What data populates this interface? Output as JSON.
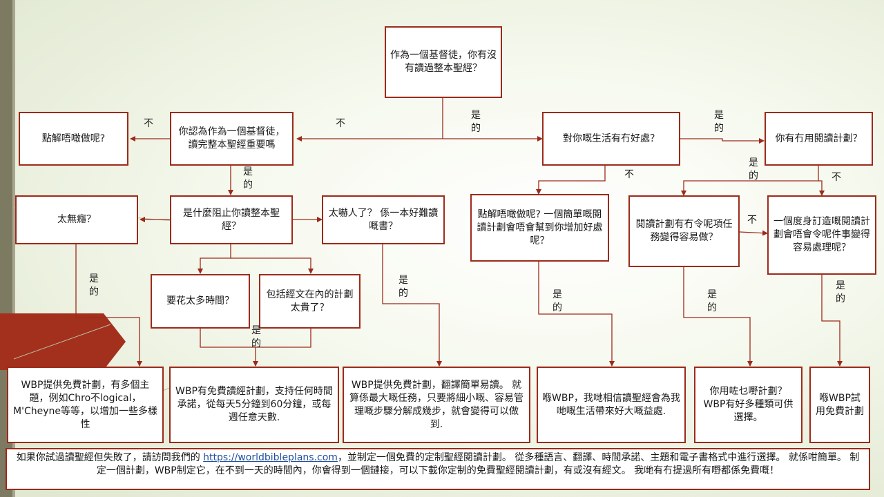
{
  "boxes": {
    "top": "作為一個基督徒，你有沒有讀過整本聖經？",
    "important": "你認為作為一個基督徒，讀完整本聖經重要嗎",
    "why_not_1": "點解唔噉做呢?",
    "benefit": "對你嘅生活有冇好處？",
    "plan_use": "你有冇用閱讀計劃？",
    "obstacle": "是什麼阻止你讀整本聖經？",
    "boring": "太無癮？",
    "scary": "太嚇人了？ 係一本好難讀嘅書？",
    "why_not_2": "點解唔噉做呢? 一個簡單嘅閱讀計劃會唔會幫到你增加好處呢？",
    "plan_help": "閱讀計劃有冇令呢項任務變得容易做？",
    "custom": "一個度身訂造嘅閱讀計劃會唔會令呢件事變得容易處理呢？",
    "time": "要花太多時間？",
    "expensive": "包括經文在內的計劃太貴了？",
    "ans_boring": "WBP提供免費計劃，有多個主題，例如Chro不logical，M'Cheyne等等，以增加一些多樣性",
    "ans_time": "WBP有免費讀經計劃，支持任何時間承諾，從每天5分鐘到60分鐘，或每週任意天數.",
    "ans_scary": "WBP提供免費計劃，翻譯簡單易讀。 就算係最大嘅任務，只要將細小嘅、容易管理嘅步驟分解成幾步，就會變得可以做到.",
    "ans_benefit": "喺WBP，我哋相信讀聖經會為我哋嘅生活帶來好大嘅益處.",
    "ans_plan": "你用咗乜嘢計劃？ WBP有好多種類可供選擇。",
    "ans_custom": "喺WBP試用免費計劃"
  },
  "labels": {
    "no": "不",
    "yes_1": "是",
    "yes_2": "的"
  },
  "footer": {
    "part1": "如果你試過讀聖經但失敗了，請訪問我們的 ",
    "link": "https://worldbibleplans.com",
    "part2": "，並制定一個免費的定制聖經閱讀計劃。 從多種語言、翻譯、時間承諾、主題和電子書格式中進行選擇。 就係咁簡單。 制定一個計劃，WBP制定它，在不到一天的時間內，你會得到一個鏈接，可以下載你定制的免費聖經閱讀計劃，有或沒有經文。 我哋有冇提過所有嘢都係免費嘅！"
  },
  "colors": {
    "border": "#9c2a1a",
    "accent": "#a3301c",
    "link": "#1f4e9c"
  }
}
